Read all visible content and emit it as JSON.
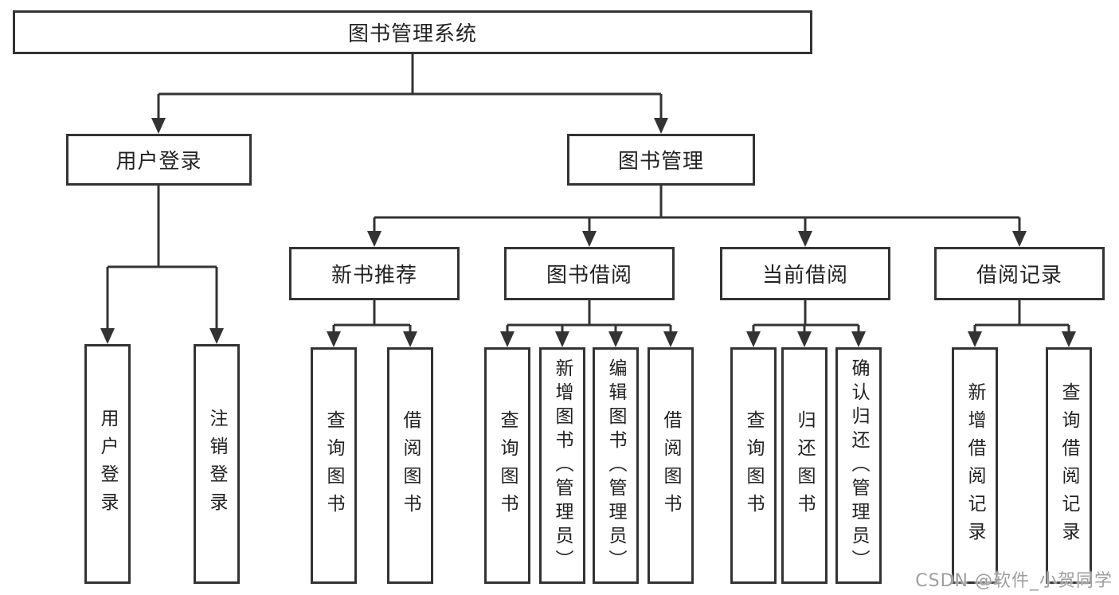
{
  "tree": {
    "root": {
      "label": "图书管理系统",
      "children": [
        {
          "label": "用户登录",
          "children": [
            {
              "label": "用户登录"
            },
            {
              "label": "注销登录"
            }
          ]
        },
        {
          "label": "图书管理",
          "children": [
            {
              "label": "新书推荐",
              "children": [
                {
                  "label": "查询图书"
                },
                {
                  "label": "借阅图书"
                }
              ]
            },
            {
              "label": "图书借阅",
              "children": [
                {
                  "label": "查询图书"
                },
                {
                  "label": "新增图书（管理员）"
                },
                {
                  "label": "编辑图书（管理员）"
                },
                {
                  "label": "借阅图书"
                }
              ]
            },
            {
              "label": "当前借阅",
              "children": [
                {
                  "label": "查询图书"
                },
                {
                  "label": "归还图书"
                },
                {
                  "label": "确认归还（管理员）"
                }
              ]
            },
            {
              "label": "借阅记录",
              "children": [
                {
                  "label": "新增借阅记录"
                },
                {
                  "label": "查询借阅记录"
                }
              ]
            }
          ]
        }
      ]
    }
  },
  "watermark": {
    "text": "CSDN @软件_小贺同学"
  },
  "colors": {
    "line": "#333333",
    "box_border": "#333333",
    "text": "#222222",
    "background": "#ffffff",
    "watermark": "#9e9e9e"
  }
}
